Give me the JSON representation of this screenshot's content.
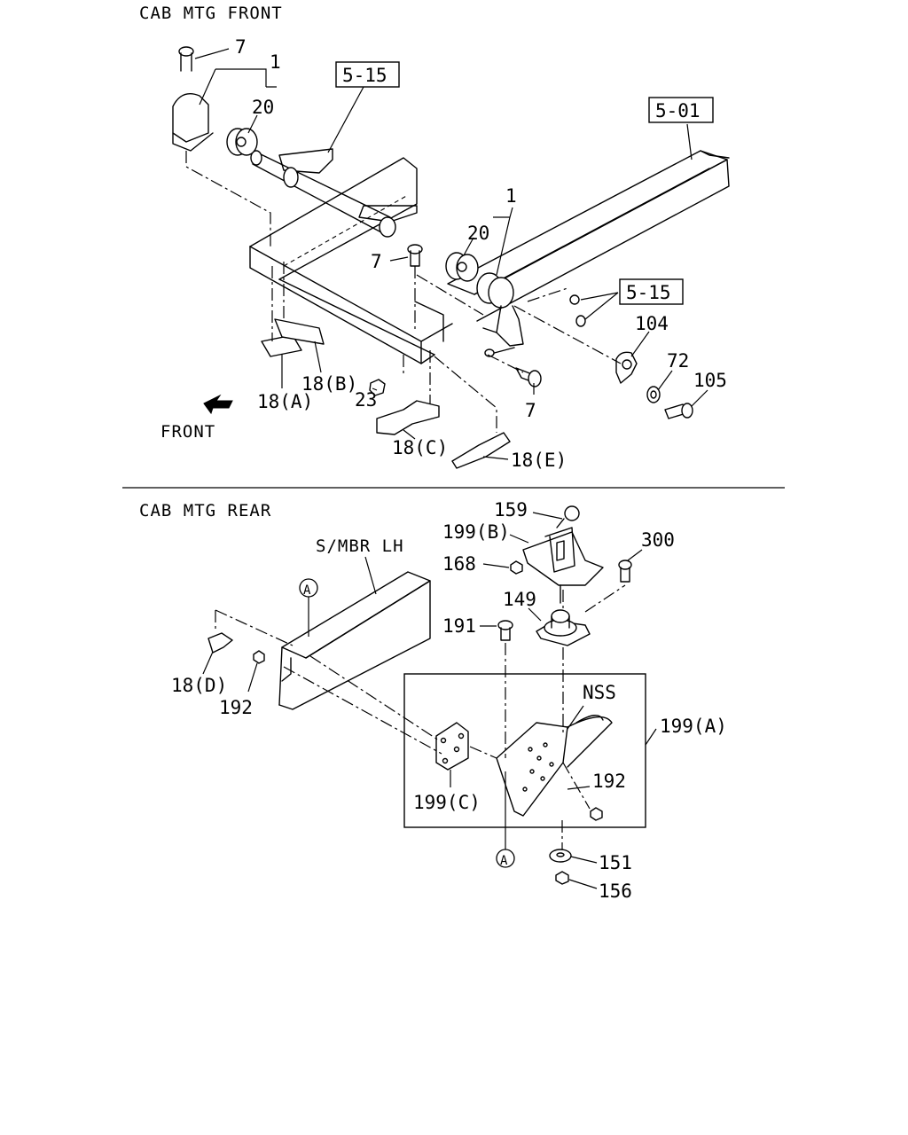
{
  "sections": {
    "front_title": "CAB MTG FRONT",
    "rear_title": "CAB MTG REAR"
  },
  "front_labels": {
    "l7_top": "7",
    "l1_top": "1",
    "l20_top": "20",
    "ref515_top": "5-15",
    "ref501": "5-01",
    "l1_mid": "1",
    "l20_mid": "20",
    "l7_mid": "7",
    "ref515_mid": "5-15",
    "l104": "104",
    "l72": "72",
    "l105": "105",
    "l18a": "18(A)",
    "l18b": "18(B)",
    "l23": "23",
    "l7_low": "7",
    "l18c": "18(C)",
    "l18e": "18(E)",
    "front_arrow_text": "FRONT"
  },
  "rear_labels": {
    "smbr": "S/MBR LH",
    "marker_a_top": "A",
    "l159": "159",
    "l199b": "199(B)",
    "l168": "168",
    "l300": "300",
    "l149": "149",
    "l191": "191",
    "l18d": "18(D)",
    "l192_left": "192",
    "nss": "NSS",
    "l199a": "199(A)",
    "l199c": "199(C)",
    "l192_right": "192",
    "marker_a_bottom": "A",
    "l151": "151",
    "l156": "156"
  }
}
